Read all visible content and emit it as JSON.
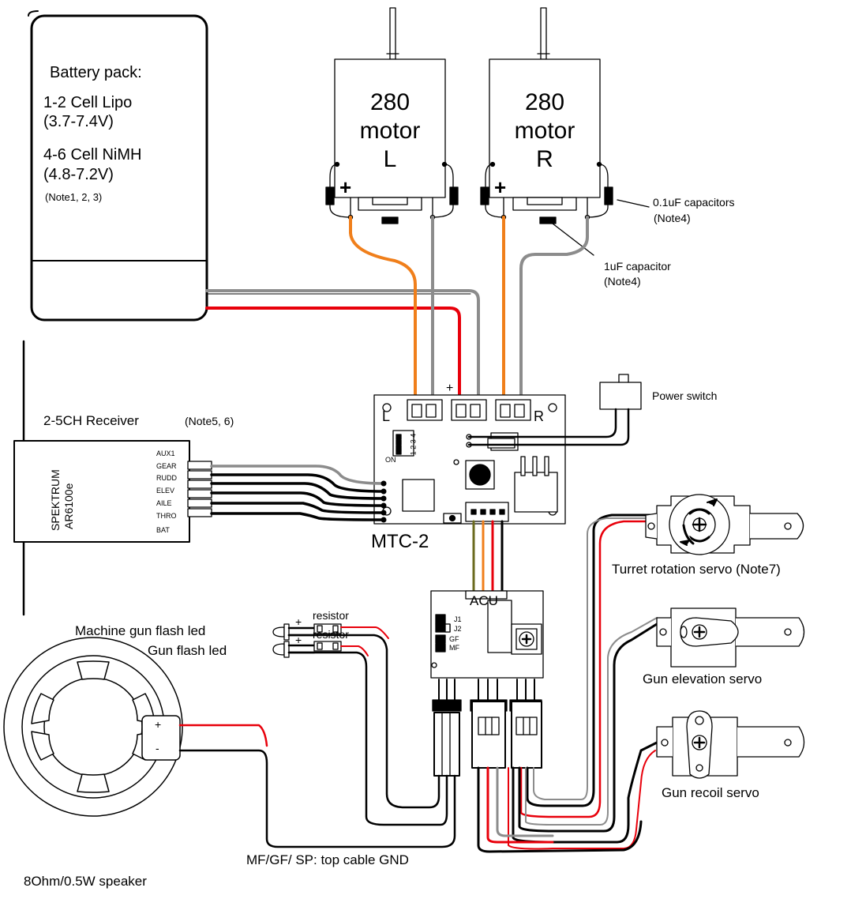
{
  "battery": {
    "title": "Battery pack:",
    "lipo": "1-2 Cell Lipo",
    "lipo_range": "(3.7-7.4V)",
    "nimh": "4-6 Cell NiMH",
    "nimh_range": "(4.8-7.2V)",
    "notes": "(Note1, 2, 3)"
  },
  "motor_left": {
    "line1": "280",
    "line2": "motor",
    "line3": "L",
    "plus": "+"
  },
  "motor_right": {
    "line1": "280",
    "line2": "motor",
    "line3": "R",
    "plus": "+"
  },
  "capacitors": {
    "small": "0.1uF capacitors",
    "small_note": "(Note4)",
    "large": "1uF capacitor",
    "large_note": "(Note4)"
  },
  "power_switch": "Power switch",
  "receiver": {
    "title": "2-5CH Receiver",
    "notes": "(Note5, 6)",
    "brand": "SPEKTRUM",
    "model": "AR6100e",
    "channels": [
      "AUX1",
      "GEAR",
      "RUDD",
      "ELEV",
      "AILE",
      "THRO",
      "BAT"
    ]
  },
  "mtc": {
    "name": "MTC-2",
    "left": "L",
    "right": "R",
    "plus": "+",
    "dip_on": "ON",
    "dip_nums": "1 2 3 4"
  },
  "acu": {
    "name": "ACU",
    "j1": "J1",
    "j2": "J2",
    "gf": "GF",
    "mf": "MF"
  },
  "leds": {
    "machine_gun": "Machine gun flash led",
    "gun": "Gun flash led",
    "resistor": "resistor",
    "plus": "+"
  },
  "servos": {
    "turret": "Turret rotation servo (Note7)",
    "elevation": "Gun elevation servo",
    "recoil": "Gun recoil servo"
  },
  "speaker": {
    "label": "8Ohm/0.5W speaker",
    "plus": "+",
    "minus": "-"
  },
  "cable_note": "MF/GF/ SP: top cable GND",
  "colors": {
    "red": "#e8000b",
    "orange": "#f07f1b",
    "gray": "#8c8c8c",
    "olive": "#6b6b1f",
    "black": "#000000"
  }
}
